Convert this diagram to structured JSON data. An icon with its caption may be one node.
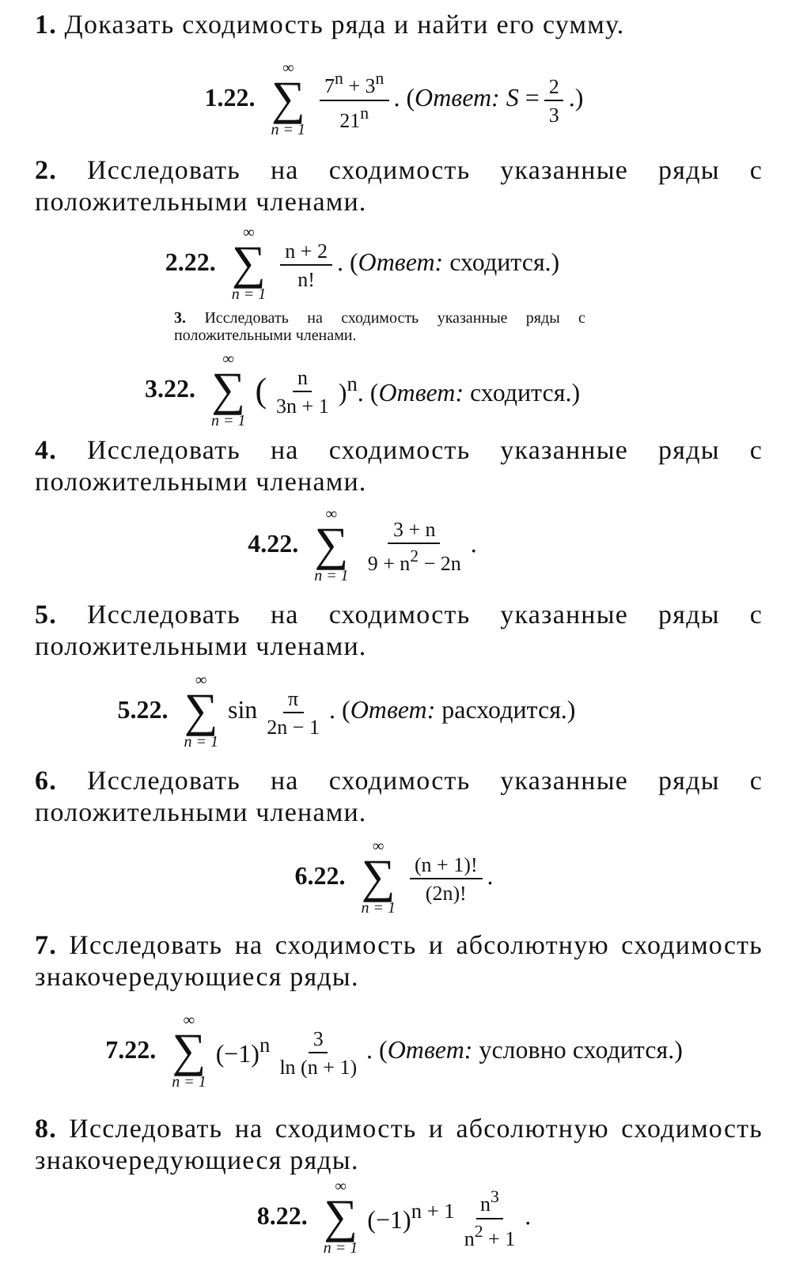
{
  "diagram": {
    "labels": [
      "**1.** Доказать сходимость ряда и найти его сумму.",
      "1.22.",
      "∞",
      "∑",
      "n = 1",
      "7$^{n}$ + 3$^{n}$",
      "21$^{n}$",
      ". (*Ответ:* *S* =",
      "2",
      "3",
      ".)",
      "**2.** Исследовать на сходимость указанные ряды с положительными членами.",
      "2.22.",
      "∞",
      "∑",
      "n = 1",
      "n + 2",
      "n!",
      ". (*Ответ:* сходится.)",
      "**3.** Исследовать на сходимость указанные ряды с положительными членами.",
      "3.22.",
      "∞",
      "∑",
      "n = 1",
      "(",
      "n",
      "3n + 1",
      ")$^{n}$. (*Ответ:* сходится.)",
      "**4.** Исследовать на сходимость указанные ряды с положительными членами.",
      "4.22.",
      "∞",
      "∑",
      "n = 1",
      "3 + n",
      "9 + n$^{2}$ − 2n",
      ".",
      "**5.** Исследовать на сходимость указанные ряды с положительными членами.",
      "5.22.",
      "∞",
      "∑",
      "n = 1",
      "sin",
      "π",
      "2n − 1",
      ". (*Ответ:* расходится.)",
      "**6.** Исследовать на сходимость указанные ряды с положительными членами.",
      "6.22.",
      "∞",
      "∑",
      "n = 1",
      "(n + 1)!",
      "(2n)!",
      ".",
      "**7.** Исследовать на сходимость и абсолютную сходимость знакочередующиеся ряды.",
      "7.22.",
      "∞",
      "∑",
      "n = 1",
      "(−1)$^{n}$",
      "3",
      "ln (n + 1)",
      ". (*Ответ:* условно сходится.)",
      "**8.** Исследовать на сходимость и абсолютную сходимость знакочередующиеся ряды.",
      "8.22.",
      "∞",
      "∑",
      "n = 1",
      "(−1)$^{n + 1}$",
      "n$^{3}$",
      "n$^{2}$ + 1",
      "."
    ]
  }
}
